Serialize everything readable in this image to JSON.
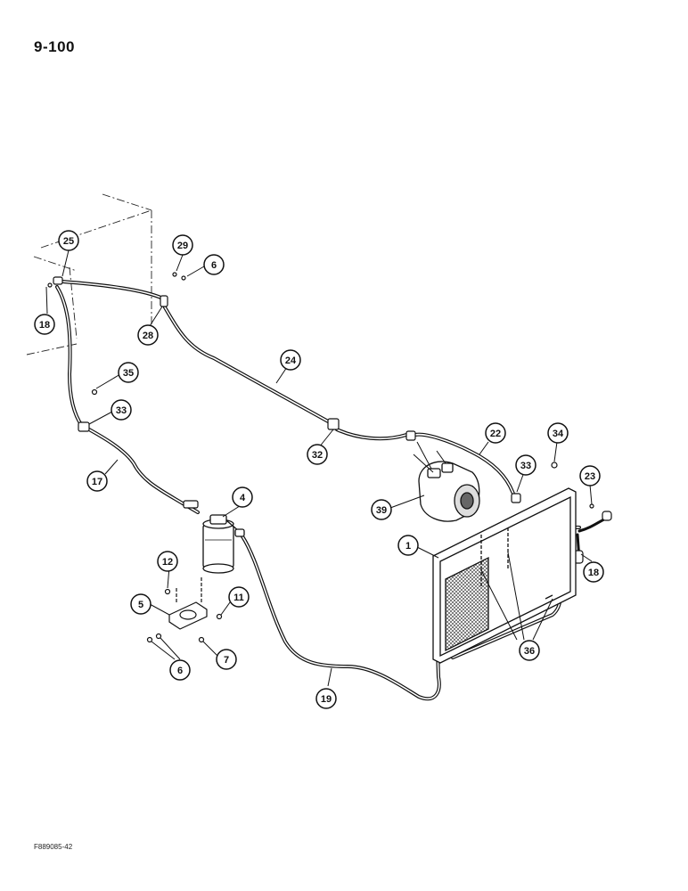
{
  "page": {
    "number": "9-100",
    "figure_code": "F889085-42"
  },
  "callouts": [
    {
      "id": "c25",
      "label": "25"
    },
    {
      "id": "c29",
      "label": "29"
    },
    {
      "id": "c6a",
      "label": "6"
    },
    {
      "id": "c18a",
      "label": "18"
    },
    {
      "id": "c28",
      "label": "28"
    },
    {
      "id": "c24",
      "label": "24"
    },
    {
      "id": "c35",
      "label": "35"
    },
    {
      "id": "c33a",
      "label": "33"
    },
    {
      "id": "c17",
      "label": "17"
    },
    {
      "id": "c32",
      "label": "32"
    },
    {
      "id": "c22",
      "label": "22"
    },
    {
      "id": "c34",
      "label": "34"
    },
    {
      "id": "c33b",
      "label": "33"
    },
    {
      "id": "c23",
      "label": "23"
    },
    {
      "id": "c39",
      "label": "39"
    },
    {
      "id": "c4",
      "label": "4"
    },
    {
      "id": "c1",
      "label": "1"
    },
    {
      "id": "c18b",
      "label": "18"
    },
    {
      "id": "c12",
      "label": "12"
    },
    {
      "id": "c11",
      "label": "11"
    },
    {
      "id": "c5",
      "label": "5"
    },
    {
      "id": "c36",
      "label": "36"
    },
    {
      "id": "c7",
      "label": "7"
    },
    {
      "id": "c6b",
      "label": "6"
    },
    {
      "id": "c19",
      "label": "19"
    }
  ]
}
